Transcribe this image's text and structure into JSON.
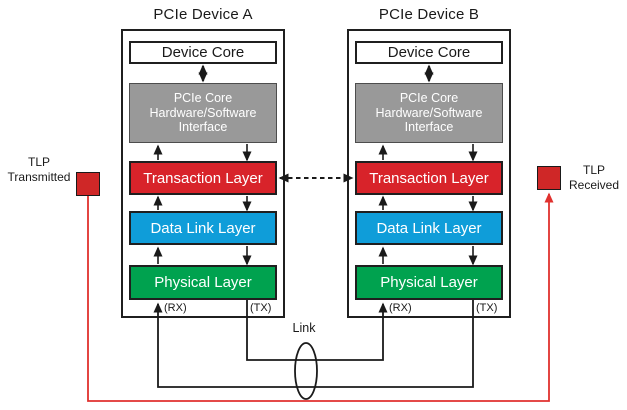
{
  "colors": {
    "transaction_red": "#d8232a",
    "data_link_blue": "#0f9dd9",
    "physical_green": "#00a24f",
    "interface_gray": "#999999",
    "tlp_marker_red": "#cf2727",
    "tlp_path_red": "#e0312e",
    "wire_black": "#1a1a1a"
  },
  "devices": [
    {
      "title": "PCIe Device A",
      "core_label": "Device Core",
      "interface_lines": [
        "PCIe Core",
        "Hardware/Software",
        "Interface"
      ],
      "layers": [
        {
          "label": "Transaction Layer"
        },
        {
          "label": "Data Link Layer"
        },
        {
          "label": "Physical Layer"
        }
      ],
      "rx_label": "(RX)",
      "tx_label": "(TX)"
    },
    {
      "title": "PCIe Device B",
      "core_label": "Device Core",
      "interface_lines": [
        "PCIe Core",
        "Hardware/Software",
        "Interface"
      ],
      "layers": [
        {
          "label": "Transaction Layer"
        },
        {
          "label": "Data Link Layer"
        },
        {
          "label": "Physical Layer"
        }
      ],
      "rx_label": "(RX)",
      "tx_label": "(TX)"
    }
  ],
  "annotations": {
    "tlp_transmitted_line1": "TLP",
    "tlp_transmitted_line2": "Transmitted",
    "tlp_received_line1": "TLP",
    "tlp_received_line2": "Received",
    "link_label": "Link"
  }
}
